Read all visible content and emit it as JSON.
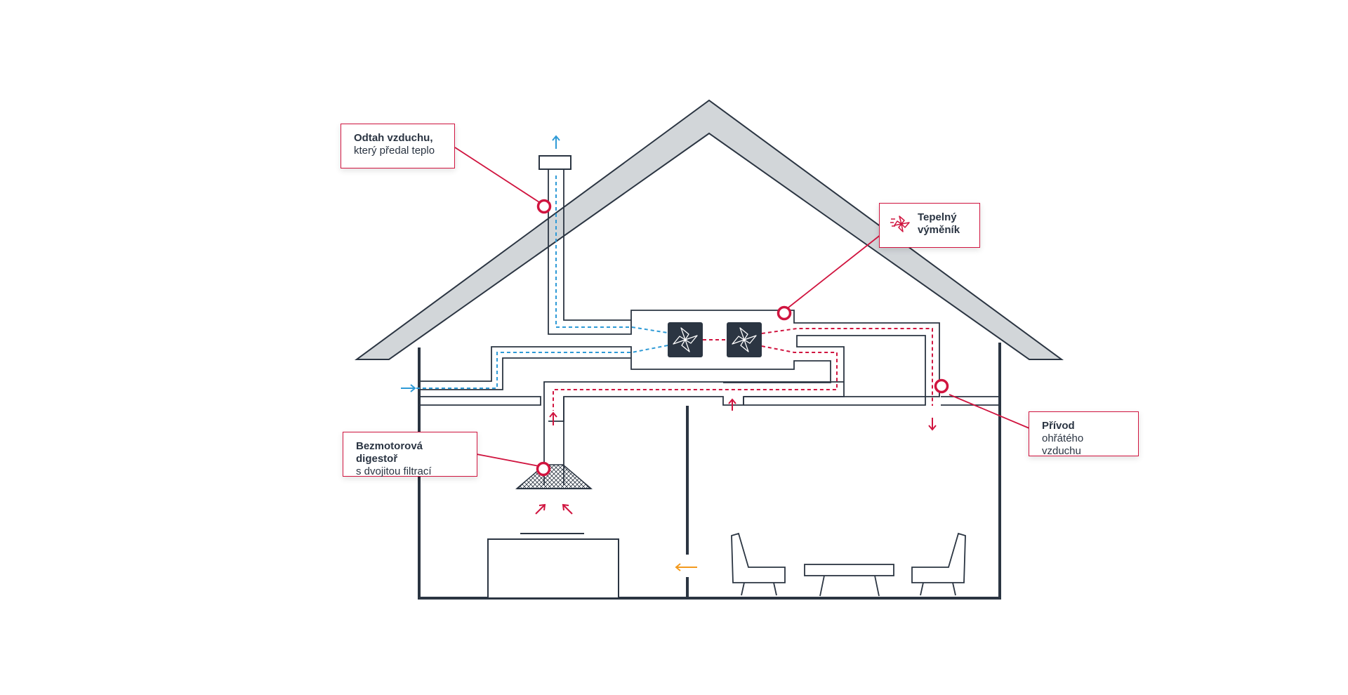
{
  "colors": {
    "outline": "#2b3542",
    "roof": "#d2d6d9",
    "accent": "#d0143f",
    "exhaust_flow": "#2e9ad6",
    "supply_flow": "#d0143f",
    "room_flow": "#f39a1e"
  },
  "callouts": {
    "exhaust": {
      "line1": "Odtah vzduchu,",
      "line2": "který předal teplo"
    },
    "exchanger": {
      "line1": "Tepelný výměník",
      "icon": "fan-heat-icon"
    },
    "supply": {
      "line1": "Přívod",
      "line2": "ohřátého vzduchu"
    },
    "hood": {
      "line1": "Bezmotorová digestoř",
      "line2": "s dvojitou filtrací"
    }
  },
  "icons": [
    "fan-icon",
    "arrow-up-icon",
    "arrow-right-icon",
    "arrow-left-icon",
    "arrow-down-icon",
    "marker-ring-icon",
    "cooker-hood-icon",
    "armchair-icon",
    "coffee-table-icon",
    "kitchen-counter-icon"
  ]
}
